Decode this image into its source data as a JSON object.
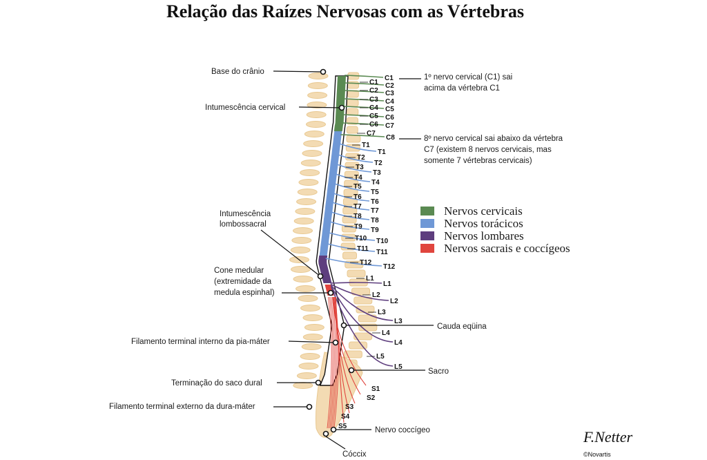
{
  "title": "Relação das Raízes Nervosas com as Vértebras",
  "labels": {
    "base_cranio": "Base do crânio",
    "intumescencia_cervical": "Intumescência cervical",
    "intumescencia_lombossacral_1": "Intumescência",
    "intumescencia_lombossacral_2": "lombossacral",
    "cone_medular_1": "Cone medular",
    "cone_medular_2": "(extremidade da",
    "cone_medular_3": "medula espinhal)",
    "filamento_interno": "Filamento terminal interno da pia-máter",
    "terminacao_saco": "Terminação do saco dural",
    "filamento_externo": "Filamento terminal externo da dura-máter",
    "coccix": "Cóccix",
    "nervo_coccigeo": "Nervo coccígeo",
    "sacro": "Sacro",
    "cauda_equina": "Cauda eqüina",
    "c1_note_1": "1º nervo cervical (C1) sai",
    "c1_note_2": "acima da vértebra C1",
    "c8_note_1": "8º nervo cervical sai abaixo da vértebra",
    "c8_note_2": "C7 (existem 8 nervos cervicais, mas",
    "c8_note_3": "somente 7 vértebras cervicais)"
  },
  "legend": [
    {
      "label": "Nervos cervicais",
      "color": "#5a8a52"
    },
    {
      "label": "Nervos torácicos",
      "color": "#6f98d6"
    },
    {
      "label": "Nervos lombares",
      "color": "#5e3e7e"
    },
    {
      "label": "Nervos sacrais e coccígeos",
      "color": "#e0453e"
    }
  ],
  "vertebra_labels": [
    "C1",
    "C2",
    "C3",
    "C4",
    "C5",
    "C6",
    "C7",
    "T1",
    "T2",
    "T3",
    "T4",
    "T5",
    "T6",
    "T7",
    "T8",
    "T9",
    "T10",
    "T11",
    "T12",
    "L1",
    "L2",
    "L3",
    "L4",
    "L5"
  ],
  "nerve_labels": [
    "C1",
    "C2",
    "C3",
    "C4",
    "C5",
    "C6",
    "C7",
    "C8",
    "T1",
    "T2",
    "T3",
    "T4",
    "T5",
    "T6",
    "T7",
    "T8",
    "T9",
    "T10",
    "T11",
    "T12",
    "L1",
    "L2",
    "L3",
    "L4",
    "L5"
  ],
  "sacral_labels": [
    "S1",
    "S2",
    "S3",
    "S4",
    "S5"
  ],
  "signature": "F.Netter",
  "copyright": "©Novartis",
  "colors": {
    "bone": "#f3dbb3",
    "bone_dark": "#e8c890",
    "cervical": "#5a8a52",
    "thoracic": "#6f98d6",
    "lumbar": "#5e3e7e",
    "sacral": "#e0453e"
  }
}
